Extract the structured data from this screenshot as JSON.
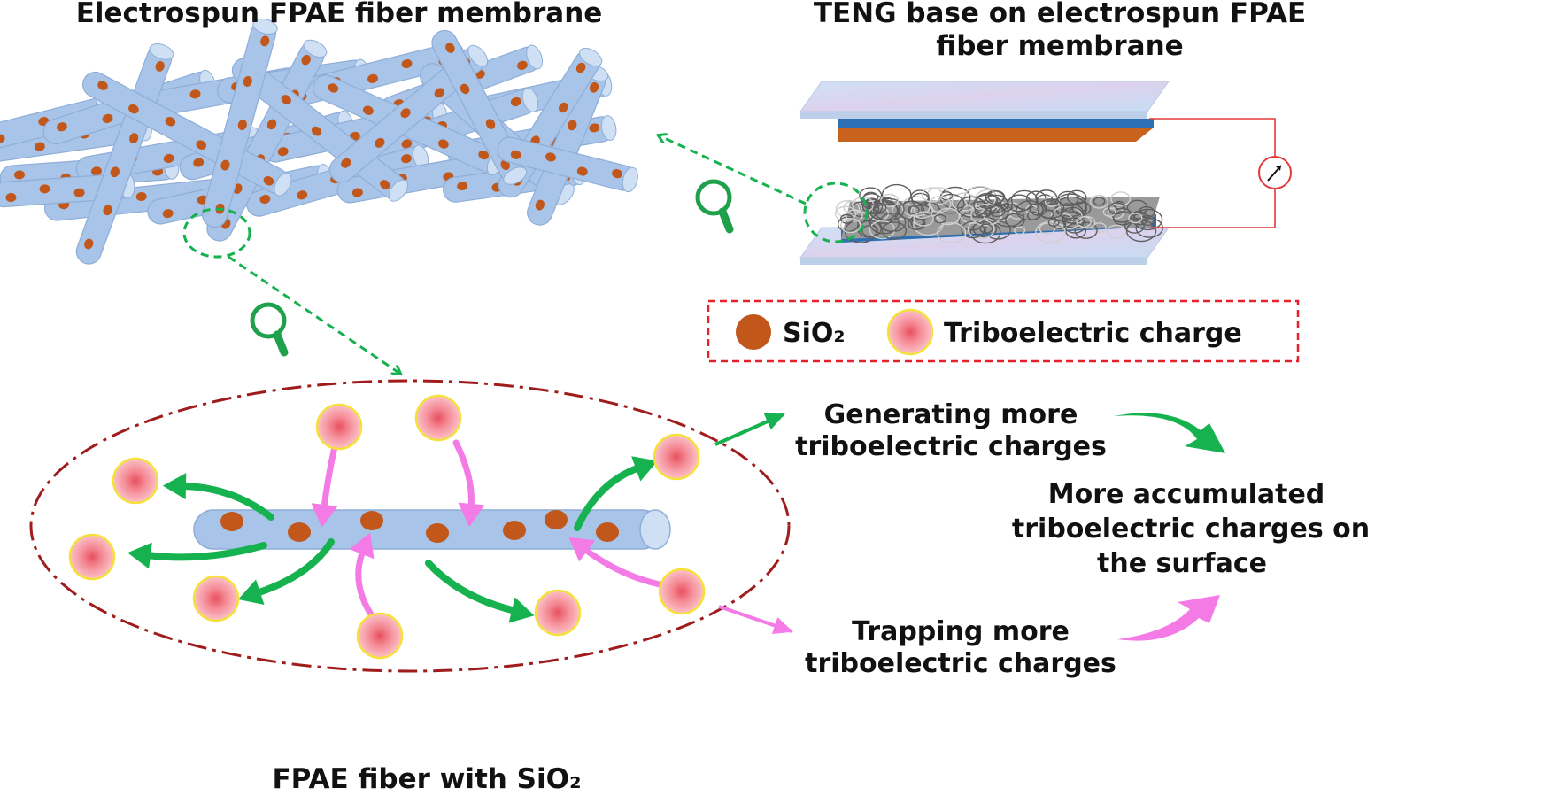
{
  "titles": {
    "membrane": "Electrospun FPAE fiber membrane",
    "teng_line1": "TENG base on electrospun FPAE",
    "teng_line2": "fiber membrane",
    "fiber": "FPAE fiber with SiO₂"
  },
  "legend": {
    "sio2": "SiO₂",
    "charge": "Triboelectric charge"
  },
  "effects": {
    "generating_line1": "Generating more",
    "generating_line2": "triboelectric charges",
    "trapping_line1": "Trapping more",
    "trapping_line2": "triboelectric charges",
    "result_line1": "More accumulated",
    "result_line2": "triboelectric charges on",
    "result_line3": "the  surface"
  },
  "colors": {
    "fiber": "#a8c4e8",
    "fiber_stroke": "#8eaed8",
    "sio2": "#c1571a",
    "charge_fill": "#f59aa3",
    "charge_ring": "#f4e13a",
    "green_arrow": "#16b24f",
    "pink_arrow": "#f47ae6",
    "magnifier": "#1fa04a",
    "ellipse_border": "#a01c1c",
    "legend_border": "#e5212b",
    "electrode_orange": "#c8621c",
    "electrode_blue": "#2c6fb3",
    "meter": "#e23a3a"
  },
  "icons": {
    "magnifier": "magnifier-icon",
    "meter": "ammeter-icon"
  }
}
